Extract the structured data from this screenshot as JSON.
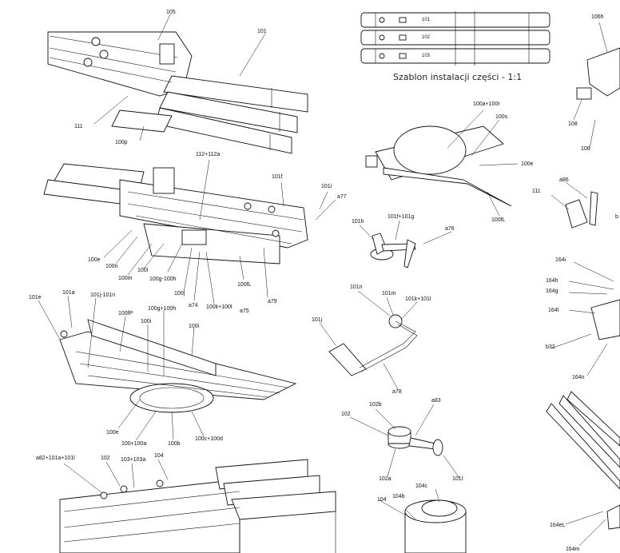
{
  "template_title": "Szablon instalacji części - 1:1",
  "labels": {
    "l105": "105",
    "l101": "101",
    "l111a": "111",
    "l100p": "100p",
    "l112": "112+112a",
    "l101f": "101f",
    "l101i": "101i",
    "la77": "a77",
    "l100e": "100e",
    "l100n": "100n",
    "l100m": "100m",
    "l100l": "100l",
    "l100g": "100g-100h",
    "l100j": "100j",
    "la74": "a74",
    "l100k": "100k+100l",
    "la75": "a75",
    "l100fl": "100fL",
    "la79": "a79",
    "l101e": "101e",
    "l101a": "101a",
    "l101jn": "101j-101n",
    "l100fp": "100fP",
    "l100g2": "100g+100h",
    "l100i2": "100i",
    "l100i3": "100i",
    "l100e3": "100e",
    "l100a": "100+100a",
    "l100b": "100b",
    "l100c": "100c+100d",
    "la82": "a82+101a+101l",
    "l102": "102",
    "l103": "103+103a",
    "l104": "104",
    "l100ar": "100a+100r",
    "l100s": "100s",
    "l100er": "100e",
    "l100flr": "100fL",
    "l101h": "101h",
    "l101fg": "101f+101g",
    "la76": "a76",
    "l101n": "101n",
    "l101m": "101m",
    "l101kl": "101k+101l",
    "l101j": "101j",
    "la78": "a78",
    "l102b": "102b",
    "la83": "a83",
    "l102r": "102",
    "l102a": "102a",
    "l101l": "101l",
    "l104c": "104c",
    "l104r": "104",
    "l104b": "104b",
    "l106h": "106h",
    "l108": "108",
    "l106": "106",
    "la86": "a86",
    "l111r": "111",
    "lb": "b",
    "l164i": "164i",
    "l164h": "164h",
    "l164g": "164g",
    "l164l": "164l",
    "lb32": "b32",
    "l164n": "164n",
    "l164el": "164eL",
    "l164m": "164m"
  },
  "part_numbers": [
    "101",
    "102",
    "103"
  ]
}
